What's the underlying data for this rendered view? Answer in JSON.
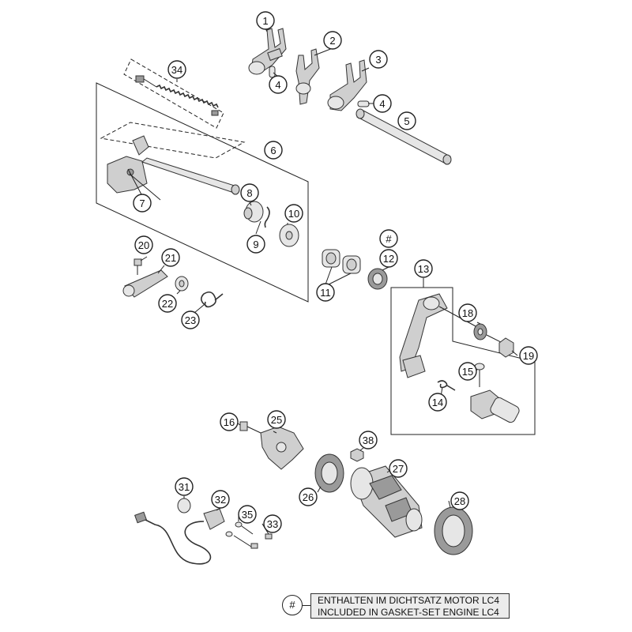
{
  "callouts": [
    "1",
    "2",
    "3",
    "4",
    "4",
    "5",
    "6",
    "7",
    "8",
    "9",
    "10",
    "#",
    "12",
    "11",
    "13",
    "18",
    "19",
    "15",
    "14",
    "20",
    "21",
    "22",
    "23",
    "16",
    "25",
    "38",
    "27",
    "26",
    "28",
    "31",
    "32",
    "35",
    "33",
    "34"
  ],
  "legend": {
    "symbol": "#",
    "line1": "ENTHALTEN IM DICHTSATZ MOTOR LC4",
    "line2": "INCLUDED IN GASKET-SET ENGINE LC4"
  }
}
